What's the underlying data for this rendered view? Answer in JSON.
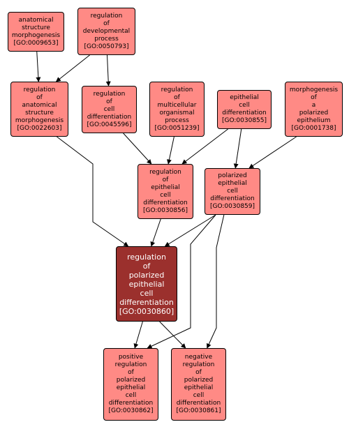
{
  "colors": {
    "node_fill": "#ff8a85",
    "focus_fill": "#9b302d",
    "focus_text": "#ffffff",
    "edge": "#000000"
  },
  "nodes": {
    "go0009653": {
      "label": "anatomical\nstructure\nmorphogenesis\n[GO:0009653]"
    },
    "go0050793": {
      "label": "regulation\nof\ndevelopmental\nprocess\n[GO:0050793]"
    },
    "go0022603": {
      "label": "regulation\nof\nanatomical\nstructure\nmorphogenesis\n[GO:0022603]"
    },
    "go0045596": {
      "label": "regulation\nof\ncell\ndifferentiation\n[GO:0045596]"
    },
    "go0051239": {
      "label": "regulation\nof\nmulticellular\norganismal\nprocess\n[GO:0051239]"
    },
    "go0030855": {
      "label": "epithelial\ncell\ndifferentiation\n[GO:0030855]"
    },
    "go0001738": {
      "label": "morphogenesis\nof\na\npolarized\nepithelium\n[GO:0001738]"
    },
    "go0030856": {
      "label": "regulation\nof\nepithelial\ncell\ndifferentiation\n[GO:0030856]"
    },
    "go0030859": {
      "label": "polarized\nepithelial\ncell\ndifferentiation\n[GO:0030859]"
    },
    "go0030860": {
      "label": "regulation\nof\npolarized\nepithelial\ncell\ndifferentiation\n[GO:0030860]"
    },
    "go0030862": {
      "label": "positive\nregulation\nof\npolarized\nepithelial\ncell\ndifferentiation\n[GO:0030862]"
    },
    "go0030861": {
      "label": "negative\nregulation\nof\npolarized\nepithelial\ncell\ndifferentiation\n[GO:0030861]"
    }
  },
  "edges": [
    [
      "go0009653",
      "go0022603"
    ],
    [
      "go0050793",
      "go0022603"
    ],
    [
      "go0050793",
      "go0045596"
    ],
    [
      "go0045596",
      "go0030856"
    ],
    [
      "go0051239",
      "go0030856"
    ],
    [
      "go0030855",
      "go0030856"
    ],
    [
      "go0030855",
      "go0030859"
    ],
    [
      "go0001738",
      "go0030859"
    ],
    [
      "go0022603",
      "go0030860"
    ],
    [
      "go0030856",
      "go0030860"
    ],
    [
      "go0030859",
      "go0030860"
    ],
    [
      "go0030860",
      "go0030862"
    ],
    [
      "go0030860",
      "go0030861"
    ],
    [
      "go0030859",
      "go0030862"
    ],
    [
      "go0030859",
      "go0030861"
    ]
  ]
}
